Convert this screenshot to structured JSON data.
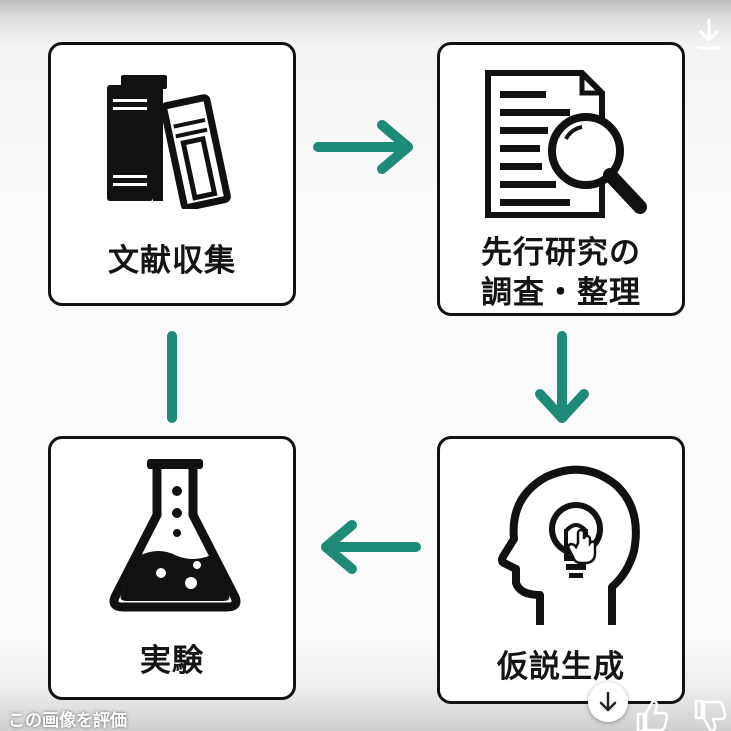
{
  "steps": [
    {
      "id": "literature",
      "label": "文献収集",
      "icon": "books-icon"
    },
    {
      "id": "review",
      "label_lines": [
        "先行研究の",
        "調査・整理"
      ],
      "icon": "document-magnifier-icon"
    },
    {
      "id": "hypothesis",
      "label": "仮説生成",
      "icon": "head-lightbulb-icon"
    },
    {
      "id": "experiment",
      "label": "実験",
      "icon": "flask-icon"
    }
  ],
  "accent_color": "#1e8a78",
  "ui": {
    "rate_image_label": "この画像を評価",
    "save_icon": "download-icon",
    "scroll_icon": "arrow-down-icon",
    "like_icon": "thumbs-up-icon",
    "dislike_icon": "thumbs-down-icon"
  }
}
